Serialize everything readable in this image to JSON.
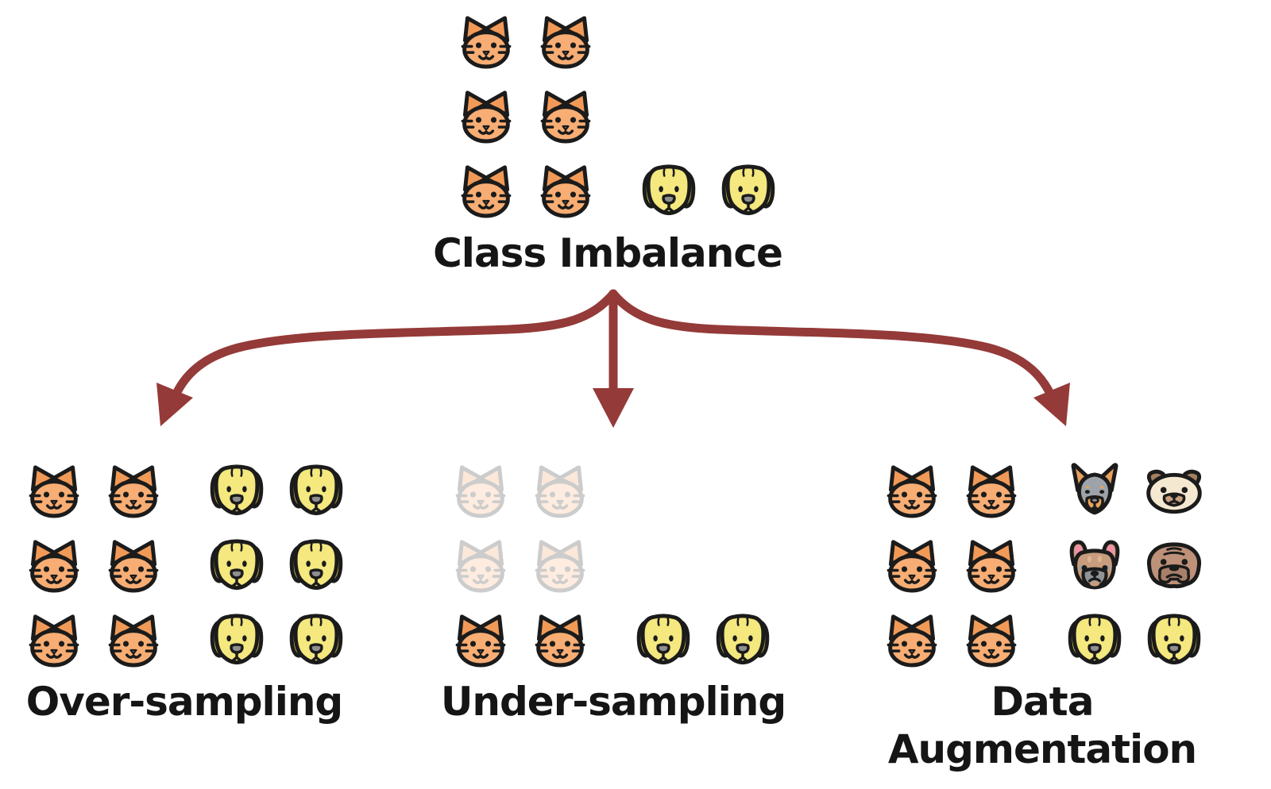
{
  "diagram": {
    "root": {
      "label": "Class Imbalance",
      "rows": [
        [
          "cat-icon",
          "cat-icon"
        ],
        [
          "cat-icon",
          "cat-icon"
        ],
        [
          "cat-icon",
          "cat-icon",
          "golden-retriever-icon",
          "golden-retriever-icon"
        ]
      ]
    },
    "branches": [
      {
        "label": "Over-sampling",
        "rows": [
          [
            "cat-icon",
            "cat-icon",
            "golden-retriever-icon",
            "golden-retriever-icon"
          ],
          [
            "cat-icon",
            "cat-icon",
            "golden-retriever-icon",
            "golden-retriever-icon"
          ],
          [
            "cat-icon",
            "cat-icon",
            "golden-retriever-icon",
            "golden-retriever-icon"
          ]
        ]
      },
      {
        "label": "Under-sampling",
        "rows": [
          [
            "faded-cat-icon",
            "faded-cat-icon"
          ],
          [
            "faded-cat-icon",
            "faded-cat-icon"
          ],
          [
            "cat-icon",
            "cat-icon",
            "golden-retriever-icon",
            "golden-retriever-icon"
          ]
        ]
      },
      {
        "label": "Data Augmentation",
        "rows": [
          [
            "cat-icon",
            "cat-icon",
            "doberman-icon",
            "pug-icon"
          ],
          [
            "cat-icon",
            "cat-icon",
            "french-bulldog-icon",
            "bulldog-icon"
          ],
          [
            "cat-icon",
            "cat-icon",
            "golden-retriever-icon",
            "golden-retriever-icon"
          ]
        ]
      }
    ]
  },
  "colors": {
    "background": "#ffffff",
    "arrow": "#943A38",
    "label_text": "#151515",
    "outline": "#1b1b1b",
    "cat_face": "#F7AD73",
    "cat_ear": "#F19A58",
    "golden_retriever_face": "#F4E87E",
    "golden_retriever_ear": "#E9D75E",
    "doberman_face": "#9DA3A9",
    "doberman_accent": "#E8A15C",
    "pug_face": "#F4E8D0",
    "pug_ear": "#A5805F",
    "pug_muzzle": "#C79E80",
    "french_bulldog_face": "#C89D7D",
    "french_bulldog_ear_inner": "#F291A5",
    "french_bulldog_muzzle": "#8F9396",
    "bulldog_face": "#BE9179",
    "bulldog_muzzle": "#A8806A"
  }
}
